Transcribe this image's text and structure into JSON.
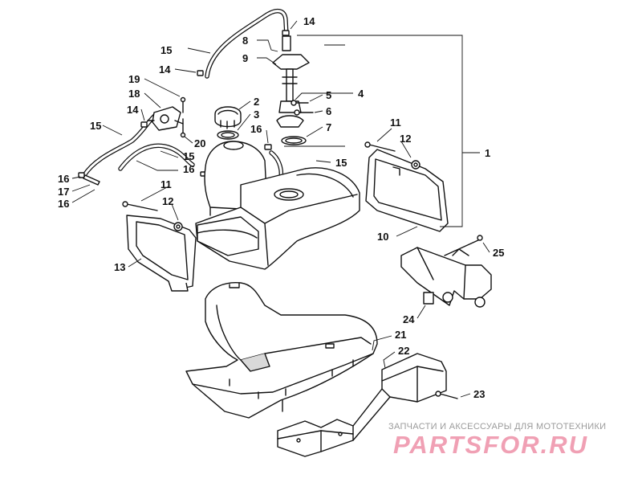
{
  "diagram": {
    "callouts": {
      "c1": "1",
      "c2": "2",
      "c3": "3",
      "c4": "4",
      "c5": "5",
      "c6": "6",
      "c7": "7",
      "c8": "8",
      "c9": "9",
      "c10": "10",
      "c11a": "11",
      "c11b": "11",
      "c12a": "12",
      "c12b": "12",
      "c13": "13",
      "c14a": "14",
      "c14b": "14",
      "c14c": "14",
      "c15a": "15",
      "c15b": "15",
      "c15c": "15",
      "c15d": "15",
      "c16a": "16",
      "c16b": "16",
      "c16c": "16",
      "c16d": "16",
      "c17": "17",
      "c18": "18",
      "c19": "19",
      "c20": "20",
      "c21": "21",
      "c22": "22",
      "c23": "23",
      "c24": "24",
      "c25": "25"
    }
  },
  "watermark": {
    "tagline": "ЗАПЧАСТИ И АКСЕССУАРЫ ДЛЯ МОТОТЕХНИКИ",
    "logo": "PARTSFOR.RU"
  }
}
